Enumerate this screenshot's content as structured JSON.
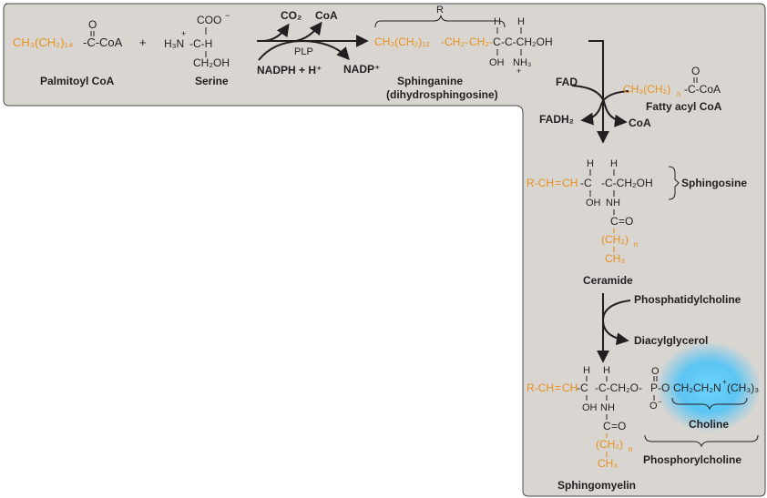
{
  "diagram": {
    "palmitoyl": {
      "chain": "CH₃(CH₂)₁₄",
      "coa": "-C-CoA",
      "o": "O",
      "name": "Palmitoyl CoA"
    },
    "plus": "+",
    "serine": {
      "coo": "COO",
      "coo_charge": "−",
      "h3n": "H₃N",
      "plus_charge": "+",
      "ch": "-C-H",
      "ch2oh": "CH₂OH",
      "name": "Serine"
    },
    "reaction1": {
      "co2": "CO₂",
      "coa": "CoA",
      "plp": "PLP",
      "nadph": "NADPH + H⁺",
      "nadp": "NADP⁺"
    },
    "sphinganine": {
      "r_label": "R",
      "chain": "CH₃(CH₂)₁₂",
      "ch2a": "-CH₂-",
      "ch2b": "CH₂-",
      "c1": "C",
      "c2": "-C-CH₂OH",
      "h1": "H",
      "h2": "H",
      "oh": "OH",
      "nh3": "NH₃",
      "nh3_charge": "+",
      "name1": "Sphinganine",
      "name2": "(dihydrosphingosine)"
    },
    "reaction2": {
      "fad": "FAD",
      "fadh2": "FADH₂",
      "coa": "CoA"
    },
    "fatty_acyl": {
      "chain": "CH₃(CH₂)",
      "n": "n",
      "coa": "-C-CoA",
      "o": "O",
      "name": "Fatty acyl CoA"
    },
    "sphingosine": {
      "r": "R-CH",
      "eq": "=",
      "ch": "CH",
      "c1": "-C",
      "c2": "-C-CH₂OH",
      "h1": "H",
      "h2": "H",
      "oh": "OH",
      "nh": "NH",
      "label": "Sphingosine"
    },
    "ceramide": {
      "c": "C",
      "o": "=O",
      "ch2": "(CH₂)",
      "n": "n",
      "ch3": "CH₃",
      "name": "Ceramide"
    },
    "reaction3": {
      "pc": "Phosphatidylcholine",
      "dag": "Diacylglycerol"
    },
    "sphingomyelin": {
      "r": "R-CH",
      "eq": "=",
      "ch": "CH",
      "c1": "-C",
      "c2": "-C-CH₂O-",
      "p": "P",
      "o_right": "-O",
      "choline_part": "CH₂CH₂N",
      "choline_plus": "+",
      "choline_me": "(CH₃)₃",
      "o_top": "O",
      "o_bottom": "O",
      "o_charge": "−",
      "h1": "H",
      "h2": "H",
      "oh": "OH",
      "nh": "NH",
      "c": "C",
      "co": "=O",
      "ch2": "(CH₂)",
      "n": "n",
      "ch3": "CH₃",
      "choline_label": "Choline",
      "phosphorylcholine_label": "Phosphorylcholine",
      "name": "Sphingomyelin"
    }
  },
  "colors": {
    "panel_bg": "#d9d6d2",
    "panel_border": "#4a4a4a",
    "orange": "#e8901c",
    "text": "#231f20",
    "choline_glow": "#4fc3f7"
  }
}
